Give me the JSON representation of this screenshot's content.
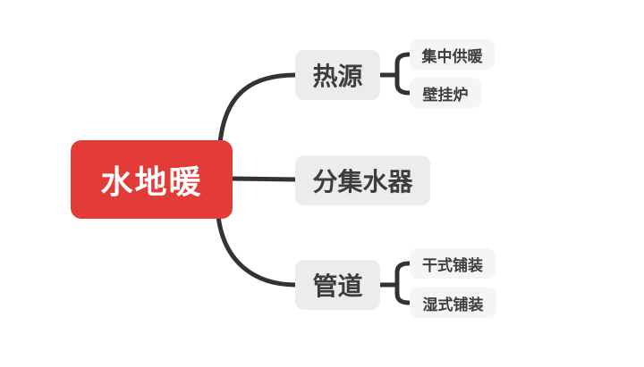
{
  "mindmap": {
    "root": {
      "label": "水地暖"
    },
    "branches": [
      {
        "label": "热源",
        "children": [
          {
            "label": "集中供暖"
          },
          {
            "label": "壁挂炉"
          }
        ]
      },
      {
        "label": "分集水器",
        "children": []
      },
      {
        "label": "管道",
        "children": [
          {
            "label": "干式铺装"
          },
          {
            "label": "湿式铺装"
          }
        ]
      }
    ],
    "colors": {
      "canvas_bg": "#ffffff",
      "root_bg": "#e23b38",
      "root_text": "#ffffff",
      "branch_bg": "#ececec",
      "leaf_bg": "#f5f5f5",
      "node_text": "#3d3d3d",
      "line": "#333333"
    }
  }
}
